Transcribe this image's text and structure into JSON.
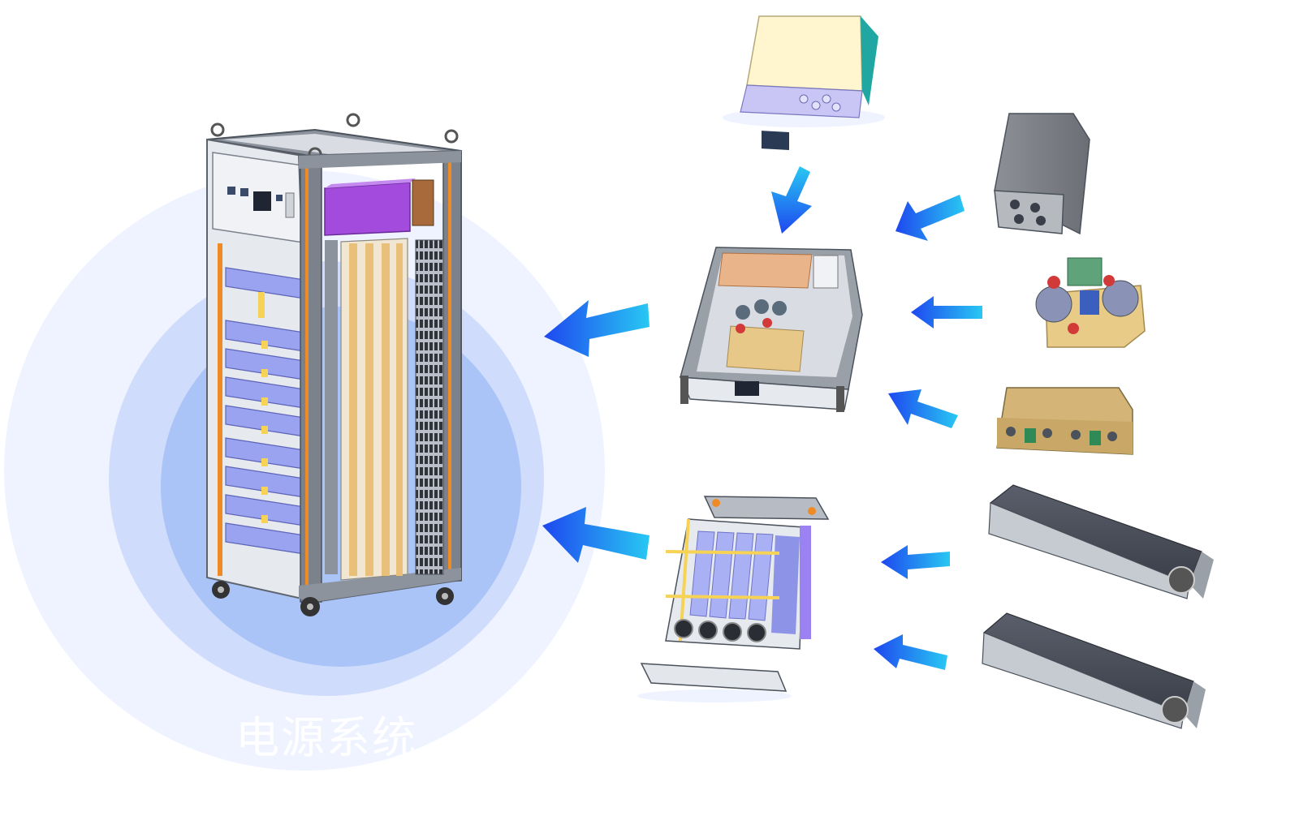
{
  "title": "电源系统",
  "colors": {
    "halo_outer": "#eef3ff",
    "halo_mid": "#cfdcfb",
    "halo_inner": "#aac4f8",
    "arrow_start": "#28c8f2",
    "arrow_end": "#1e47f0",
    "frame": "#6f7680",
    "accent_orange": "#f08a24",
    "module_violet": "#9aa3f0",
    "purple_box": "#a24bdc",
    "copper": "#e8c07a",
    "gold": "#d4b477",
    "teal": "#21a7a2"
  },
  "components": [
    "power-cabinet",
    "control-panel-module",
    "rf-chassis-assembly",
    "rectifier-subrack",
    "gray-enclosure",
    "pcb-assembly",
    "gold-module",
    "power-supply-unit-1",
    "power-supply-unit-2"
  ]
}
